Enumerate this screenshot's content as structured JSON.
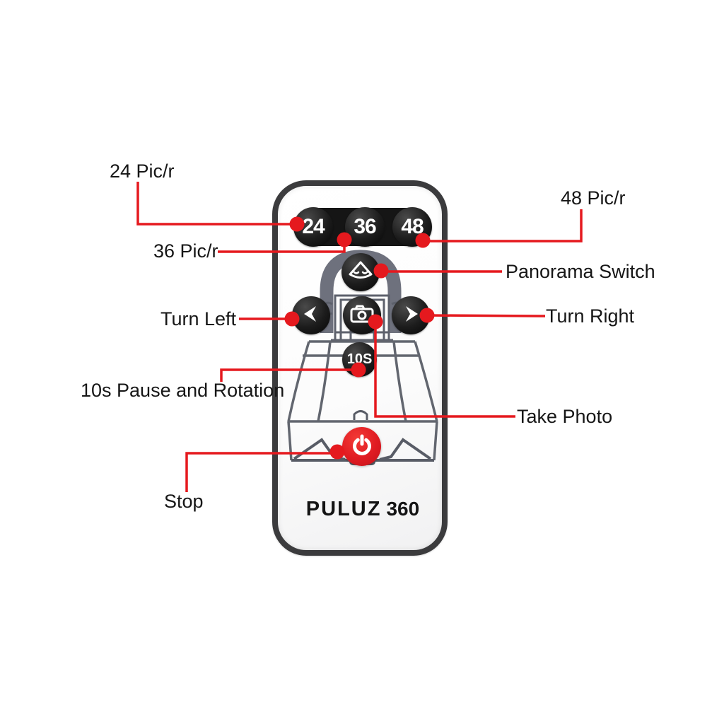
{
  "device": {
    "logo_brand": "PULUZ",
    "logo_model": "360",
    "buttons": {
      "pic24": "24",
      "pic36": "36",
      "pic48": "48",
      "pause10s": "10S"
    },
    "icons": {
      "panorama": "panorama-triangle-icon",
      "turn_left": "left-arrow-icon",
      "take_photo": "camera-icon",
      "turn_right": "right-arrow-icon",
      "power": "power-icon"
    }
  },
  "annotations": {
    "pic24": "24 Pic/r",
    "pic36": "36 Pic/r",
    "pic48": "48 Pic/r",
    "panorama": "Panorama Switch",
    "turn_left": "Turn Left",
    "turn_right": "Turn Right",
    "pause_10s": "10s Pause and Rotation",
    "take_photo": "Take Photo",
    "stop": "Stop"
  },
  "colors": {
    "accent_red": "#e5191e",
    "power_button_red": "#e01b22",
    "button_black": "#151515",
    "remote_border": "#3b3b3d",
    "printed_graphic_gray": "#6e717d",
    "label_text": "#161616"
  }
}
